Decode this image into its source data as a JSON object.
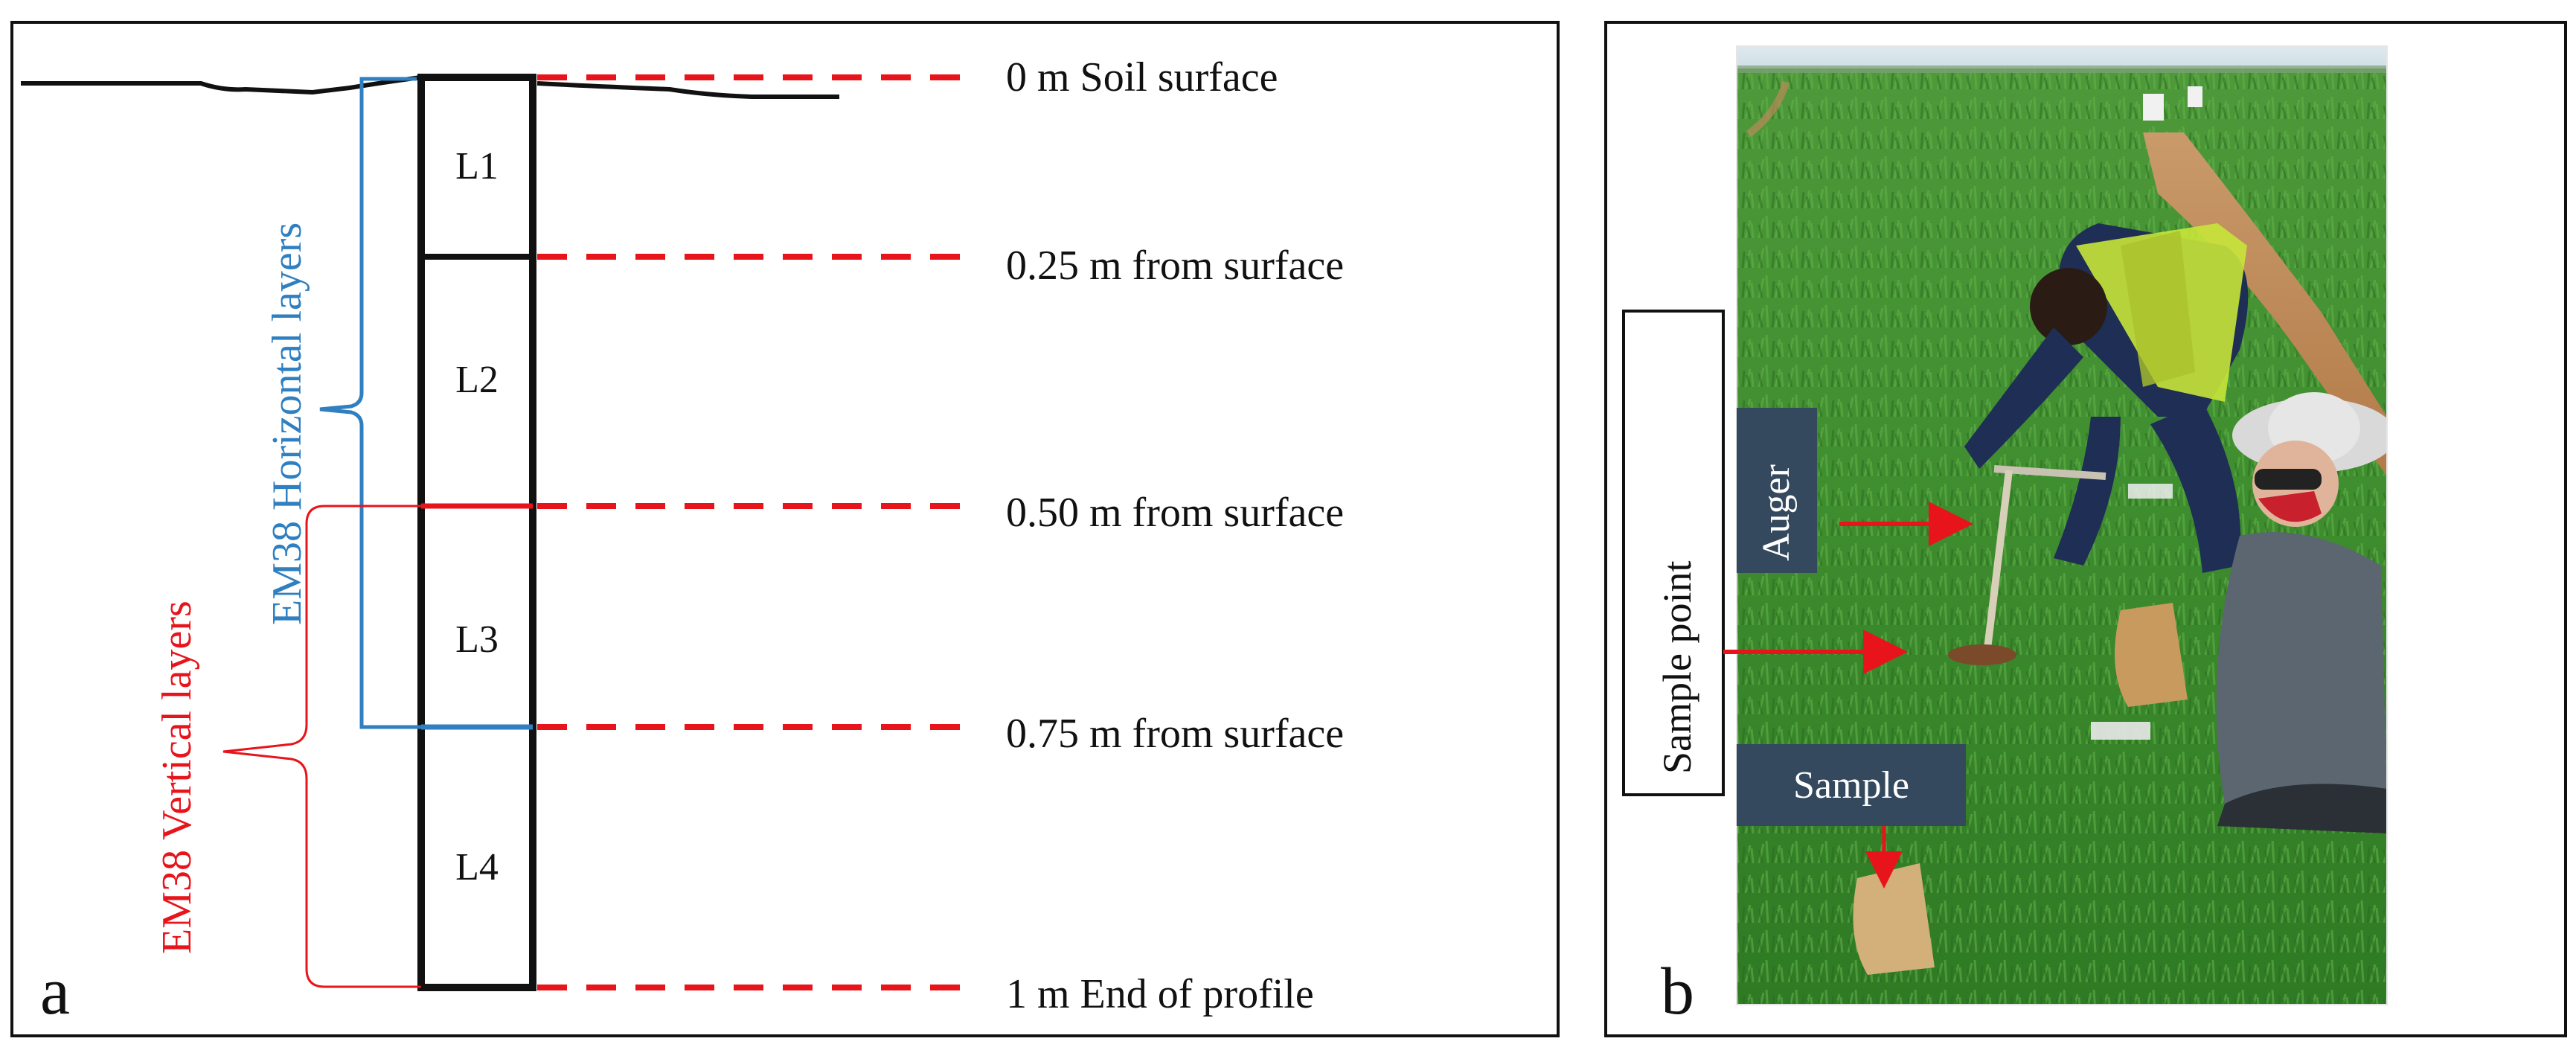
{
  "panel_a": {
    "panel_letter": "a",
    "layers": [
      "L1",
      "L2",
      "L3",
      "L4"
    ],
    "depth_labels": [
      "0 m Soil surface",
      "0.25 m from surface",
      "0.50 m from surface",
      "0.75 m from surface",
      "1 m End of profile"
    ],
    "horizontal_bracket_label": "EM38 Horizontal layers",
    "vertical_bracket_label": "EM38 Vertical layers",
    "colors": {
      "horizontal": "#2f7fc1",
      "vertical": "#e8141b",
      "dashed": "#e8141b",
      "profile": "#111111"
    }
  },
  "panel_b": {
    "panel_letter": "b",
    "labels": {
      "auger": "Auger",
      "sample_point": "Sample point",
      "sample": "Sample"
    },
    "colors": {
      "tag_background": "#34495e",
      "arrow": "#e8141b"
    }
  }
}
